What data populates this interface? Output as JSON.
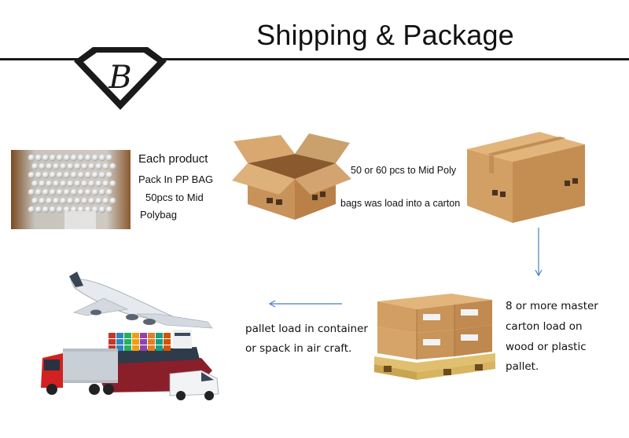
{
  "header": {
    "title": "Shipping & Package",
    "logo_letter": "B"
  },
  "steps": {
    "step1": {
      "line1": "Each product",
      "line2": "Pack In  PP BAG",
      "line3": "50pcs to Mid",
      "line4": "Polybag"
    },
    "step2": {
      "line1": "50 or 60 pcs to Mid Poly",
      "line2": "bags was load into a carton"
    },
    "step3": {
      "line1": "8 or more master",
      "line2": "carton load on",
      "line3": "wood or plastic",
      "line4": "pallet."
    },
    "step4": {
      "line1": "pallet load in container",
      "line2": "or spack in air craft."
    }
  },
  "colors": {
    "arrow": "#4a7ec4",
    "carton": "#c9955a",
    "rule": "#1a1a1a",
    "truck_red": "#d32020"
  },
  "icons": [
    "diamond-logo-icon",
    "bubble-wrap-image",
    "open-carton-icon",
    "closed-carton-icon",
    "pallet-cartons-icon",
    "transport-icon",
    "arrow-down-icon",
    "arrow-left-icon"
  ]
}
